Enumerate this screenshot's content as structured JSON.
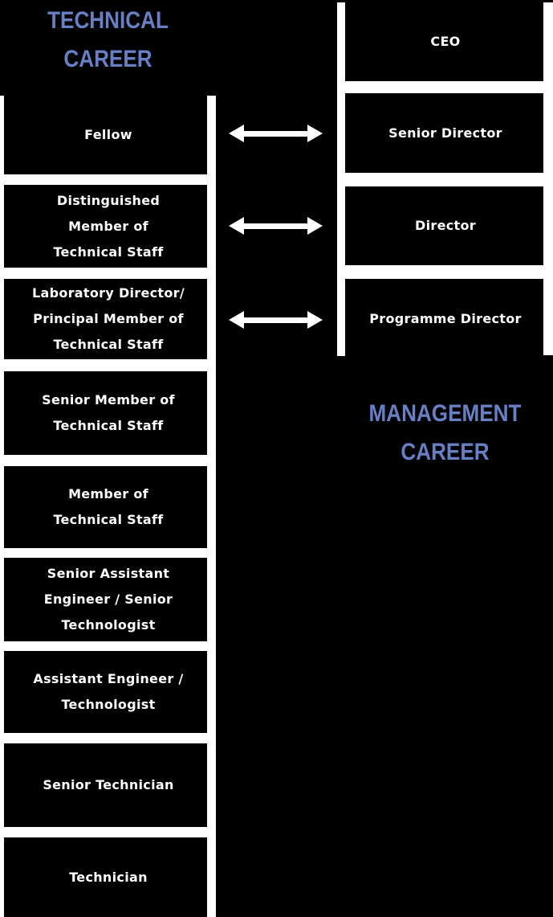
{
  "colors": {
    "background": "#000000",
    "box_fill": "#000000",
    "track_white": "#FFFFFF",
    "heading_blue": "#6780C5",
    "box_text": "#FFFFFF",
    "arrow": "#FFFFFF"
  },
  "technical": {
    "title": "TECHNICAL\nCAREER",
    "levels": [
      {
        "label": "Fellow"
      },
      {
        "label": "Distinguished\nMember of\nTechnical Staff"
      },
      {
        "label": "Laboratory Director/\nPrincipal Member of\nTechnical Staff"
      },
      {
        "label": "Senior Member of\nTechnical Staff"
      },
      {
        "label": "Member of\nTechnical Staff"
      },
      {
        "label": "Senior Assistant\nEngineer / Senior\nTechnologist"
      },
      {
        "label": "Assistant Engineer /\nTechnologist"
      },
      {
        "label": "Senior Technician"
      },
      {
        "label": "Technician"
      }
    ]
  },
  "management": {
    "title": "MANAGEMENT\nCAREER",
    "levels": [
      {
        "label": "CEO"
      },
      {
        "label": "Senior Director"
      },
      {
        "label": "Director"
      },
      {
        "label": "Programme Director"
      }
    ]
  },
  "arrows": [
    {
      "between": [
        "Fellow",
        "Senior Director"
      ],
      "type": "bidirectional"
    },
    {
      "between": [
        "Distinguished Member of Technical Staff",
        "Director"
      ],
      "type": "bidirectional"
    },
    {
      "between": [
        "Laboratory Director/ Principal Member of Technical Staff",
        "Programme Director"
      ],
      "type": "bidirectional"
    }
  ]
}
